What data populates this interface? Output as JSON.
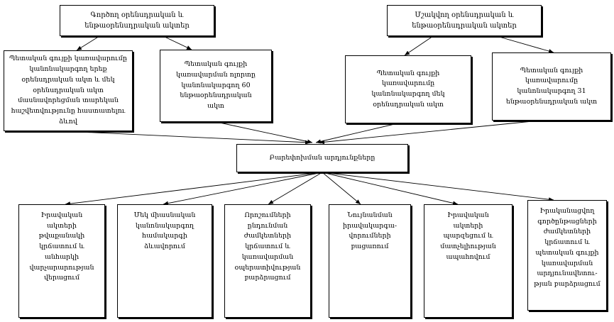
{
  "diagram": {
    "current_heading": "Գործող օրենսդրական և\nենթաօրենսդրական ակտեր",
    "drafted_heading": "Մշակվող օրենսդրական և\nենթաօրենսդրական ակտեր",
    "current_items": [
      "Պետական գույքի կառավարումը\nկանոնակարգող երեք\nօրենսդրական ակտ և մեկ\nօրենսդրական ակտ\nմասնավորեցման տարեկան\nհաշվետվությունը հաստատելու\nձևով",
      "Պետական գույքի\nկառավարման ոլորտը\nկանոնակարգող 60\nենթաօրենսդրական\nակտ"
    ],
    "drafted_items": [
      "Պետական գույքի\nկառավարումը\nկանոնակարգող մեկ\nօրենսդրական ակտ",
      "Պետական գույքի\nկառավարումը\nկանոնակարգող 31\nենթաօրենսդրական ակտ"
    ],
    "center_label": "Բարեփոխման արդյունքները",
    "results": [
      "Իրավական\nակտերի\nթվաքանակի\nկրճատում և\nանհարկի\nվարչարարության\nվերացում",
      "Մեկ միասնական\nկանոնակարգող\nհամակարգի\nձևավորում",
      "Որոշումների\nընդունման\nժամկետների\nկրճատում և\nկառավարման\nօպերատիվության\nբարձրացում",
      "Նույնանման\nիրավակարգա-\nվորումների\nբացառում",
      "Իրավական\nակտերի\nպարզեցում և\nմատչելիության\nապահովում",
      "Իրականացվող\nգործընթացների\nժամկետների\nկրճատում և\nպետական գույքի\nկառավարման\nարդյունավետու-\nթյան բարձրացում"
    ]
  }
}
